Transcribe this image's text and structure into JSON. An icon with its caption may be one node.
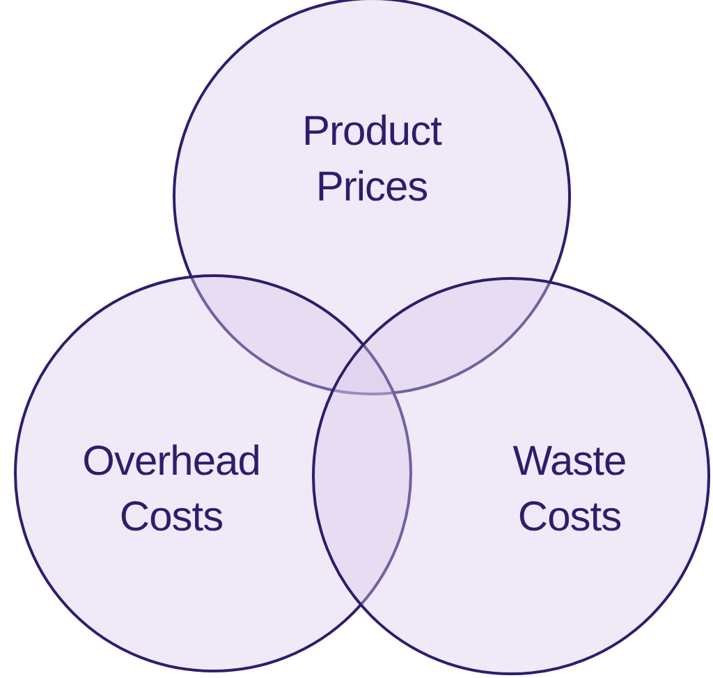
{
  "diagram": {
    "nodes": [
      {
        "text": [
          "Product Prices"
        ]
      },
      {
        "text": [
          "Overhead Costs"
        ]
      },
      {
        "text": [
          "Waste Costs"
        ]
      }
    ]
  }
}
